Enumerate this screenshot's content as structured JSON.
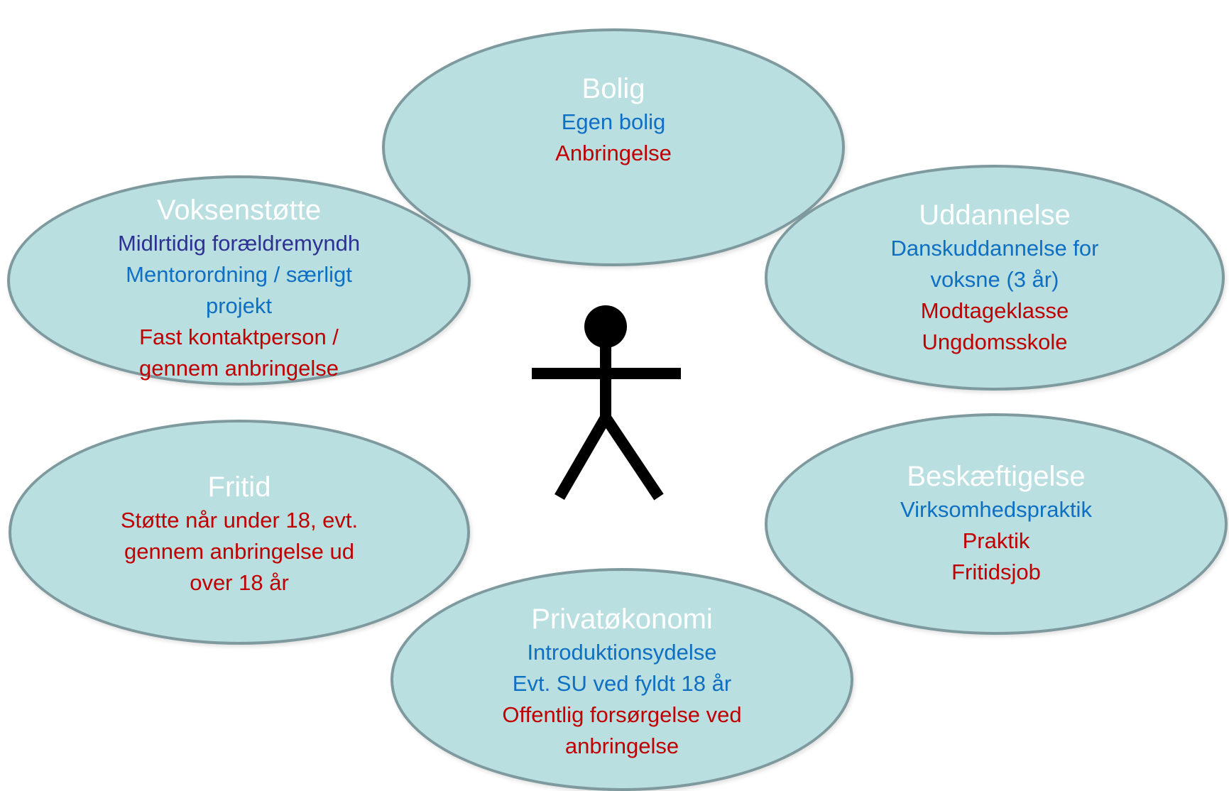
{
  "colors": {
    "bubble_fill": "#b9dfe1",
    "bubble_border": "#7f9a9e",
    "title": "#ffffff",
    "blue": "#0e6fc3",
    "red": "#c00000",
    "navy": "#2e3192"
  },
  "figure": {
    "icon": "stick-figure-icon"
  },
  "bubbles": {
    "bolig": {
      "title": "Bolig",
      "lines": [
        "Egen bolig",
        "Anbringelse"
      ]
    },
    "voksenstotte": {
      "title": "Voksenstøtte",
      "lines": [
        "Midlrtidig forældremyndh",
        "Mentorordning / særligt",
        "projekt",
        "Fast kontaktperson /",
        "gennem anbringelse"
      ]
    },
    "uddannelse": {
      "title": "Uddannelse",
      "lines": [
        "Danskuddannelse for",
        "voksne (3 år)",
        "Modtageklasse",
        "Ungdomsskole"
      ]
    },
    "fritid": {
      "title": "Fritid",
      "lines": [
        "Støtte når under 18, evt.",
        "gennem anbringelse ud",
        "over 18 år"
      ]
    },
    "beskaeftigelse": {
      "title": "Beskæftigelse",
      "lines": [
        "Virksomhedspraktik",
        "Praktik",
        "Fritidsjob"
      ]
    },
    "privatokonomi": {
      "title": "Privatøkonomi",
      "lines": [
        "Introduktionsydelse",
        "Evt. SU ved fyldt 18 år",
        "Offentlig forsørgelse ved",
        "anbringelse"
      ]
    }
  }
}
